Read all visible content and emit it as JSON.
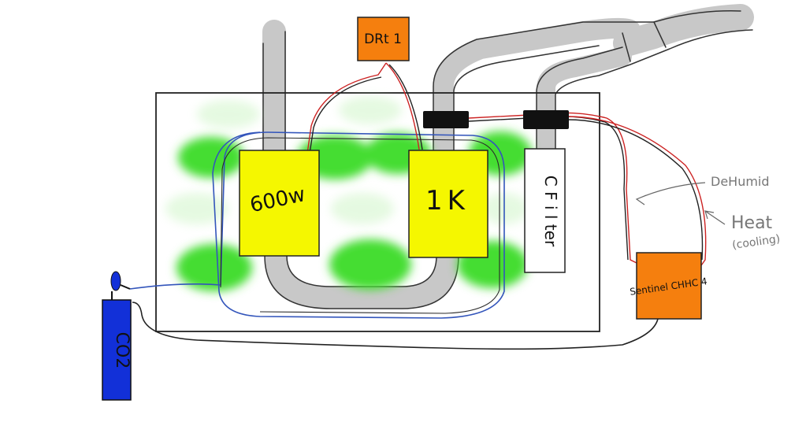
{
  "colors": {
    "duct": "#c8c8c8",
    "ballast_box": "#f5f700",
    "orange_box": "#f57f0e",
    "co2_tank": "#1230d8",
    "plant": "#44dd33",
    "red_wire": "#cc2222",
    "blue_wire": "#3355bb",
    "black_wire": "#222222",
    "clamp": "#111111"
  },
  "labels": {
    "ballast_600w": "600w",
    "ballast_1k": "1K",
    "timer": "DRt 1",
    "carbon_filter": "C F i l ter",
    "controller": "Sentinel CHHC 4",
    "co2": "CO2",
    "dehumid": "DeHumid",
    "heat": "Heat",
    "heat_note": "(cooling)"
  }
}
